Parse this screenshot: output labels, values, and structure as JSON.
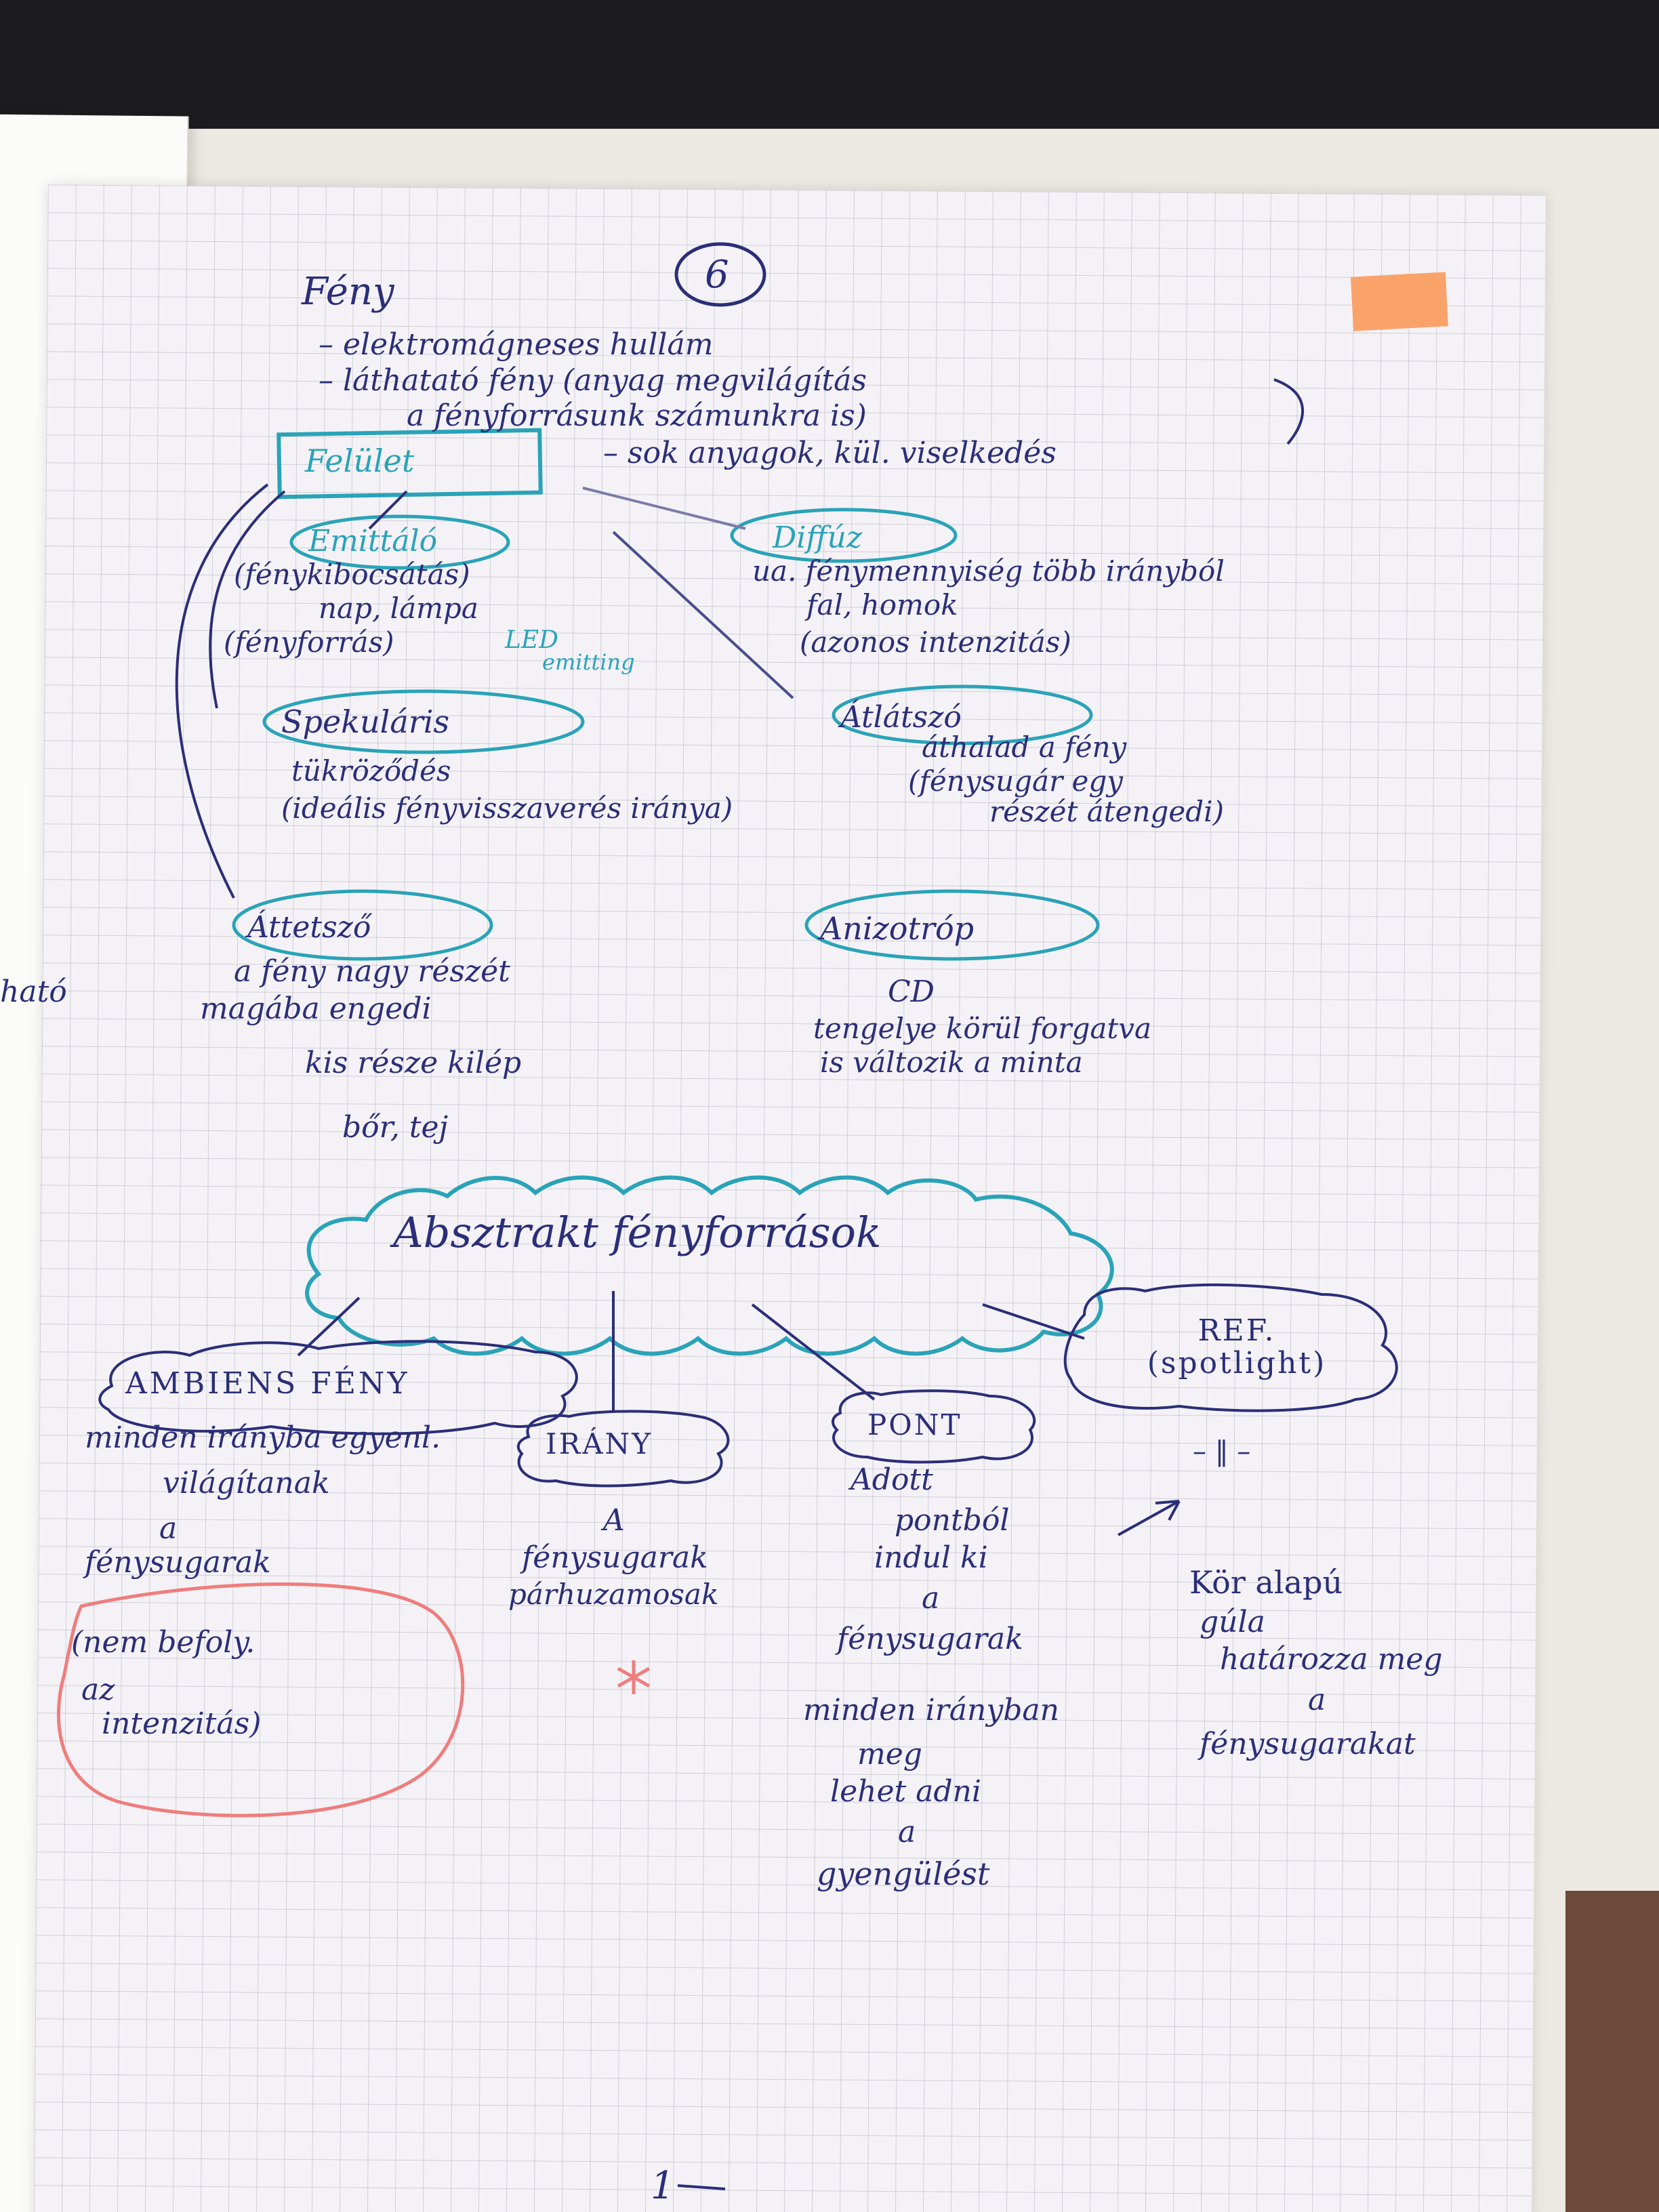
{
  "page_number": "6",
  "title": "Fény",
  "intro_lines": [
    "– elektromágneses hullám",
    "– láthatató fény (anyag megvilágítás",
    "a fényforrásunk számunkra is)"
  ],
  "felulet": {
    "label": "Felület",
    "note": "– sok anyagok, kül. viselkedés"
  },
  "emittalo": {
    "label": "Emittáló",
    "lines": [
      "(fénykibocsátás)",
      "nap, lámpa",
      "(fényforrás)"
    ],
    "led": "LED",
    "emitting": "emitting"
  },
  "diffuz": {
    "label": "Diffúz",
    "lines": [
      "ua. fénymennyiség több irányból",
      "fal, homok",
      "(azonos intenzitás)"
    ]
  },
  "spekularis": {
    "label": "Spekuláris",
    "lines": [
      "tükröződés",
      "(ideális fényvisszaverés iránya)"
    ]
  },
  "atlatszo": {
    "label": "Átlátszó",
    "lines": [
      "áthalad a fény",
      "(fénysugár egy",
      "részét átengedi)"
    ]
  },
  "attetszo": {
    "label": "Áttetsző",
    "lines": [
      "a fény nagy részét",
      "magába engedi",
      "kis része kilép",
      "bőr, tej"
    ]
  },
  "anizotrop": {
    "label": "Anizotróp",
    "lines": [
      "CD",
      "tengelye körül forgatva",
      "is változik a minta"
    ]
  },
  "absztrakt": {
    "label": "Absztrakt fényforrások"
  },
  "ambiens": {
    "label": "AMBIENS FÉNY",
    "lines": [
      "minden irányba egyenl.",
      "világítanak",
      "a",
      "fénysugarak"
    ]
  },
  "pink_note": {
    "lines": [
      "(nem befoly.",
      "az",
      "intenzitás)"
    ]
  },
  "irany": {
    "label": "IRÁNY",
    "lines": [
      "A",
      "fénysugarak",
      "párhuzamosak"
    ]
  },
  "pont": {
    "label": "PONT",
    "lines": [
      "Adott",
      "pontból",
      "indul ki",
      "a",
      "fénysugarak",
      "minden irányban",
      "meg",
      "lehet adni",
      "a",
      "gyengülést"
    ]
  },
  "reflektor": {
    "label": "REF. (spotlight)",
    "ditto": "– ‖ –",
    "lines": [
      "Kör alapú",
      "gúla",
      "határozza meg",
      "a",
      "fénysugarakat"
    ]
  },
  "margin_left": "ható",
  "bottom_mark": "1",
  "colors": {
    "ink_blue": "#2b2e78",
    "teal": "#2aa3b8",
    "pink": "#ef7d7d",
    "sticky_orange": "#f9a36b",
    "grid_paper": "#f4f2f6"
  }
}
